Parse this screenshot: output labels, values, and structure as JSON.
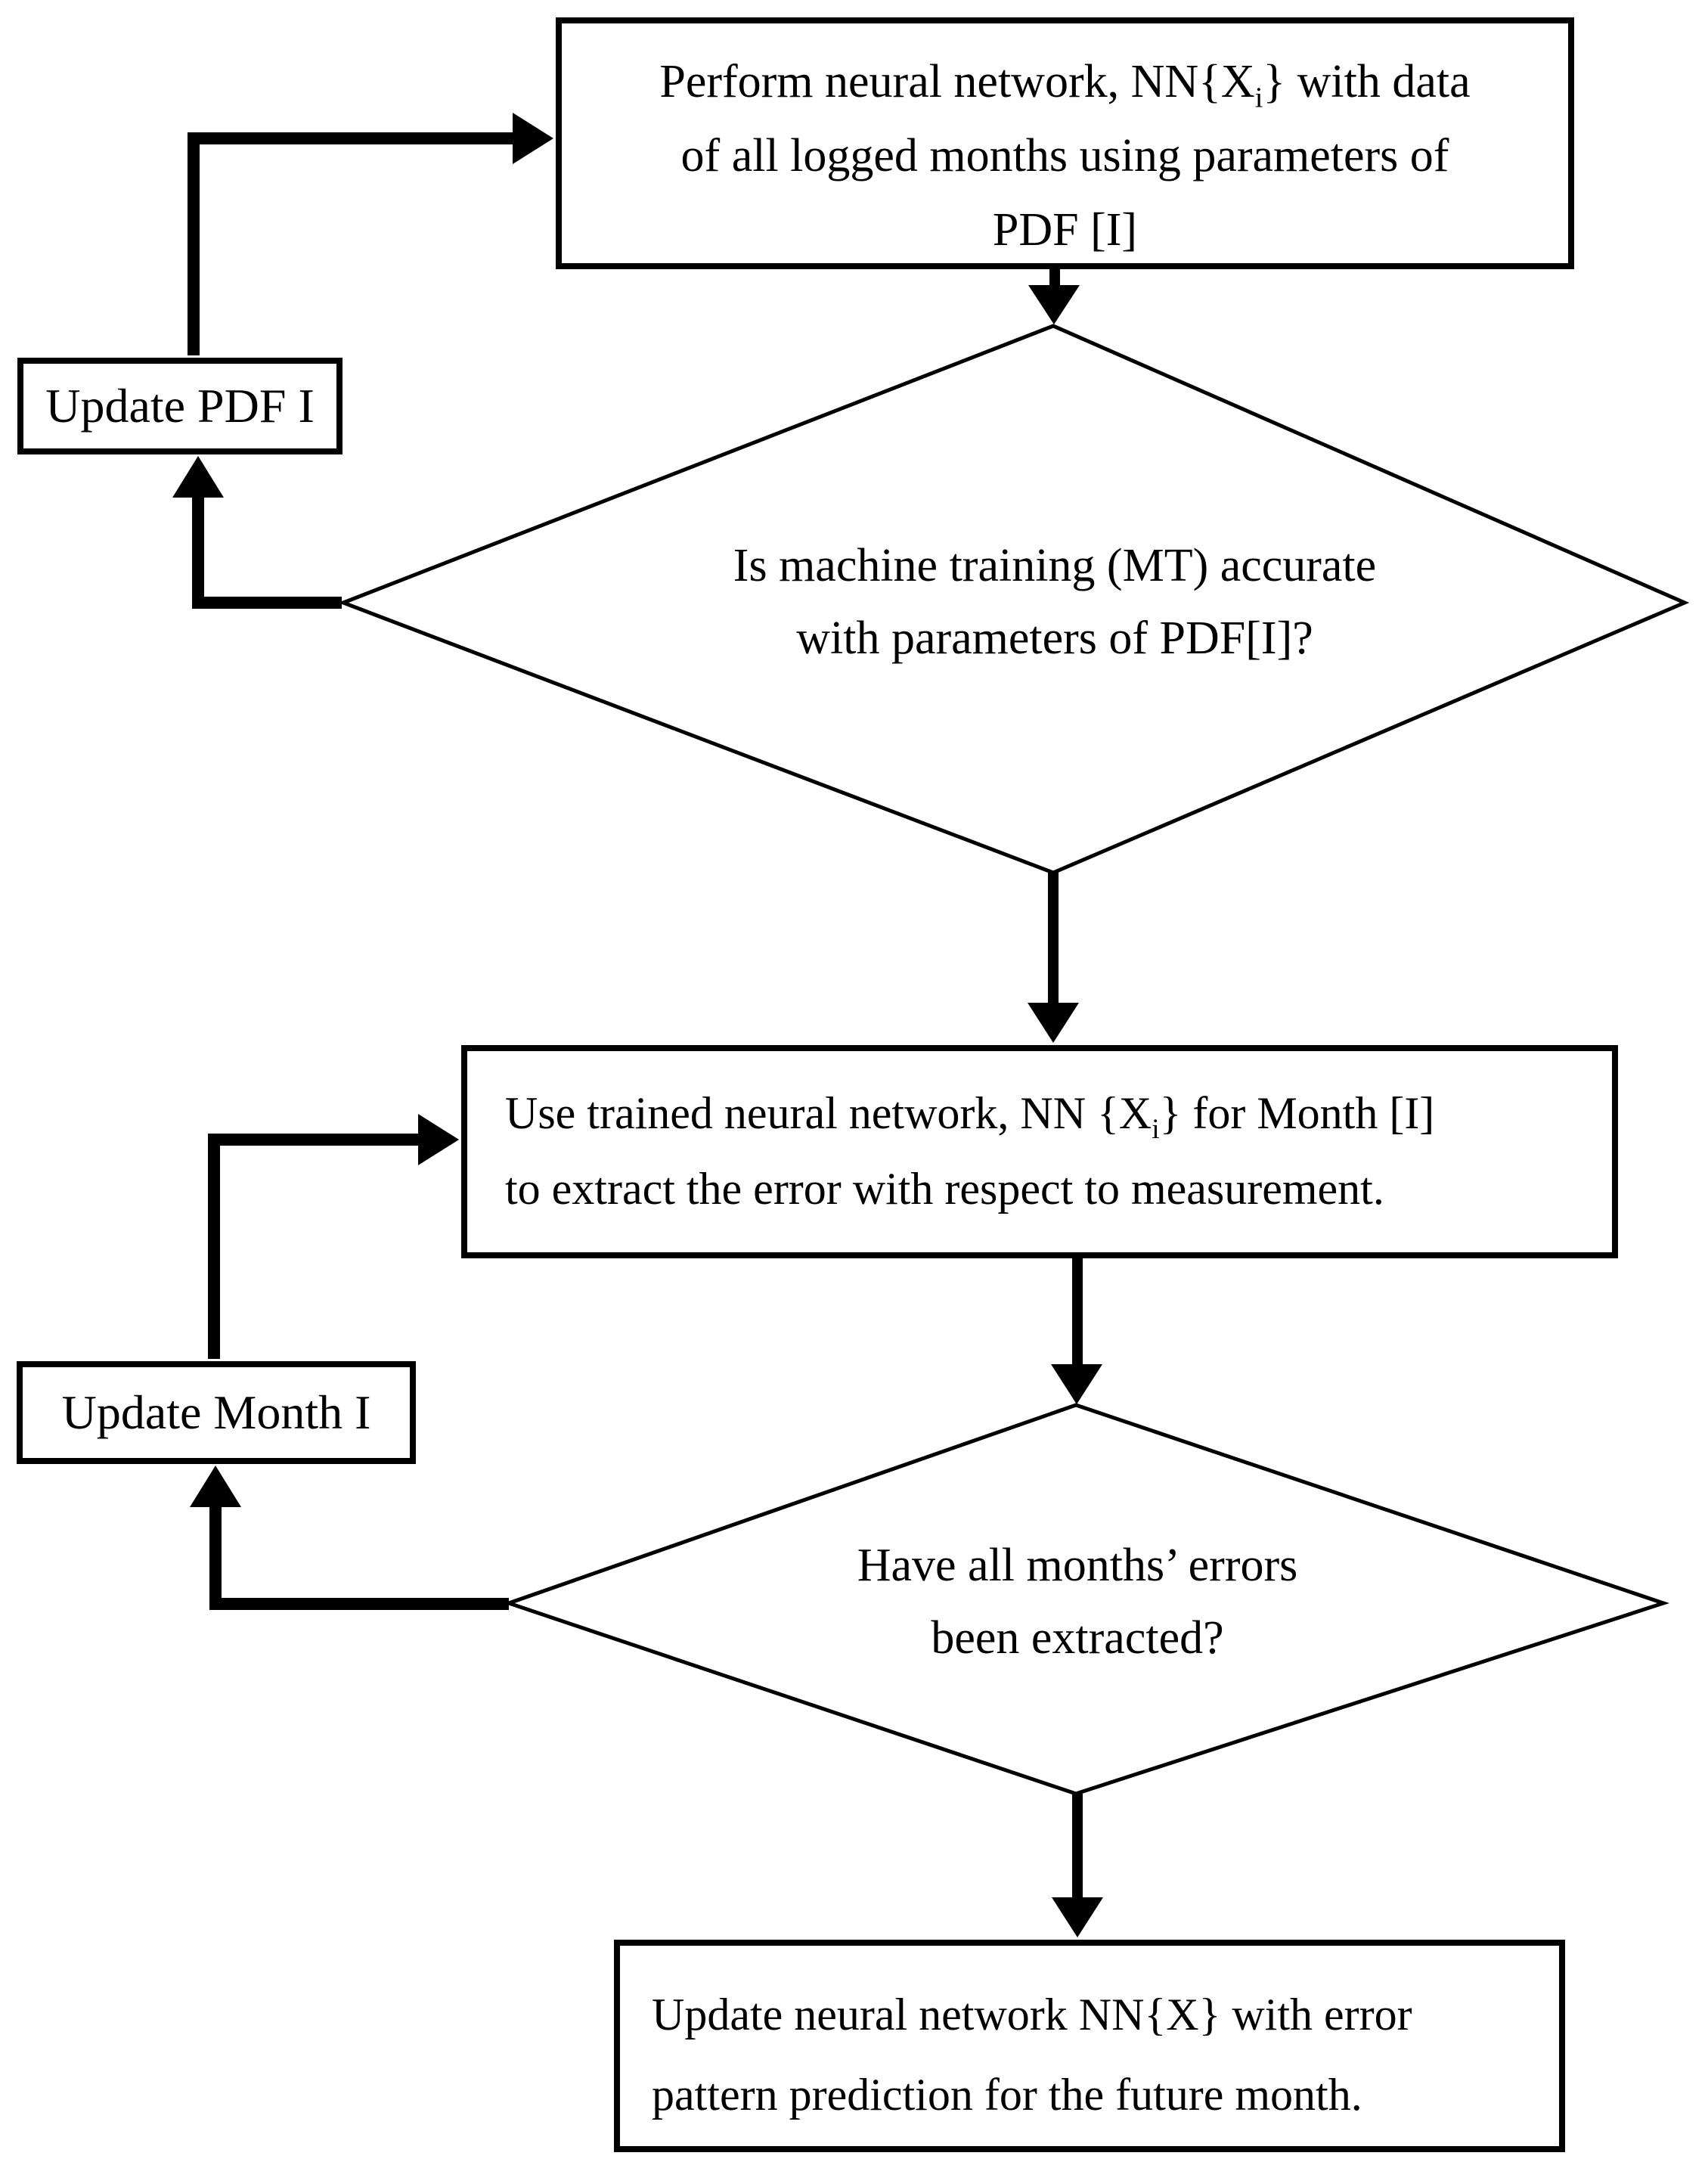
{
  "page": {
    "background": "#ffffff",
    "ink_color": "#000000"
  },
  "diagram": {
    "type": "flowchart",
    "nodes": {
      "perform_nn": {
        "shape": "process",
        "line1_pre": "Perform neural network, NN{X",
        "line1_sub": "i",
        "line1_post": "} with data",
        "line2": "of all logged months using parameters of",
        "line3": "PDF [I]"
      },
      "update_pdf": {
        "shape": "process",
        "label": "Update PDF I"
      },
      "decision_mt_accurate": {
        "shape": "decision",
        "line1": "Is machine training (MT) accurate",
        "line2": "with parameters of PDF[I]?"
      },
      "use_trained": {
        "shape": "process",
        "line1_pre": "Use trained neural network, NN {X",
        "line1_sub": "i",
        "line1_post": "} for Month [I]",
        "line2": "to extract the error with respect to measurement."
      },
      "update_month": {
        "shape": "process",
        "label": "Update Month I"
      },
      "decision_months_extracted": {
        "shape": "decision",
        "line1": "Have all months’ errors",
        "line2": "been extracted?"
      },
      "update_nn": {
        "shape": "process",
        "line1": "Update neural network NN{X} with error",
        "line2": "pattern prediction for the future month."
      }
    }
  }
}
